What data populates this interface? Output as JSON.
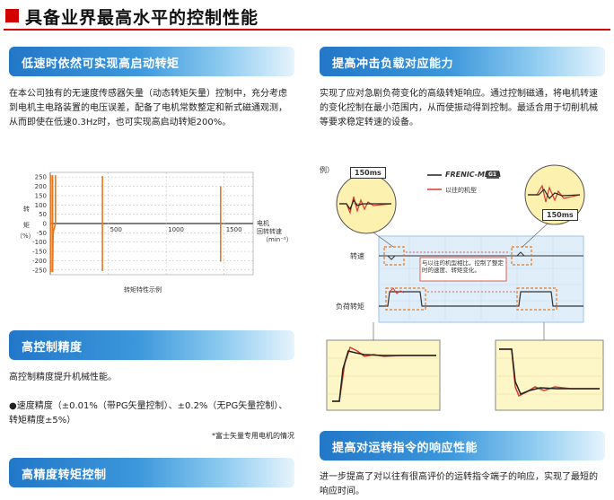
{
  "header": {
    "title": "具备业界最高水平的控制性能"
  },
  "left": {
    "sections": [
      {
        "title": "低速时依然可实现高启动转矩"
      },
      {
        "title": "高控制精度"
      },
      {
        "title": "高精度转矩控制"
      }
    ],
    "torque_text": "在本公司独有的无速度传感器矢量（动态转矩矢量）控制中，充分考虑到电机主电路装置的电压误差，配备了电机常数整定和新式磁通观测，从而即使在低速0.3Hz时，也可实现高启动转矩200%。",
    "accuracy_intro": "高控制精度提升机械性能。",
    "accuracy_bullet": "●速度精度（±0.01%（带PG矢量控制）、±0.2%（无PG矢量控制）、转矩精度±5%）",
    "footnote": "*富士矢量专用电机的情况",
    "chart": {
      "ylabel_1": "转",
      "ylabel_2": "矩",
      "ylabel_unit": "（%）",
      "xlabel_1": "电机",
      "xlabel_2": "回转转速",
      "xlabel_unit": "（min⁻¹）",
      "caption": "转矩特性示例"
    }
  },
  "chart_data": {
    "type": "line",
    "title": "",
    "caption": "转矩特性示例",
    "xlabel": "电机回转转速（min⁻¹）",
    "ylabel": "转矩（%）",
    "x_ticks": [
      500,
      1000,
      1500
    ],
    "y_ticks": [
      250,
      200,
      150,
      100,
      50,
      0,
      -50,
      -100,
      -150,
      -200,
      -250
    ],
    "xlim": [
      0,
      1750
    ],
    "ylim": [
      -275,
      275
    ],
    "series": [
      {
        "points": [
          [
            5,
            260
          ],
          [
            5,
            -260
          ]
        ]
      },
      {
        "points": [
          [
            20,
            260
          ],
          [
            20,
            -260
          ]
        ]
      },
      {
        "points": [
          [
            45,
            260
          ],
          [
            45,
            0
          ],
          [
            25,
            -50
          ],
          [
            20,
            -260
          ]
        ]
      },
      {
        "points": [
          [
            450,
            255
          ],
          [
            450,
            -255
          ]
        ]
      },
      {
        "points": [
          [
            1470,
            200
          ],
          [
            1470,
            -205
          ]
        ]
      }
    ],
    "line_color": "#e87722"
  },
  "right": {
    "sections": [
      {
        "title": "提高冲击负载对应能力"
      },
      {
        "title": "提高对运转指令的响应性能"
      }
    ],
    "impact_text": "实现了应对急剧负荷变化的高级转矩响应。通过控制磁通，将电机转速的变化控制在最小范围内，从而使振动得到控制。最适合用于切削机械等要求稳定转速的设备。",
    "response_text": "进一步提高了对以往有很高评价的运转指令端子的响应，实现了最短的响应时间。",
    "diagram": {
      "example_label": "例）",
      "callout_left": "150ms",
      "callout_right": "150ms",
      "legend_new": "FRENIC-MEGA",
      "legend_badge": "G1",
      "legend_old": "以往的机型",
      "speed_label": "转速",
      "torque_label": "负荷转矩",
      "note": "与以往的机型相比，控制了整定时的速度、转矩变化。"
    }
  }
}
